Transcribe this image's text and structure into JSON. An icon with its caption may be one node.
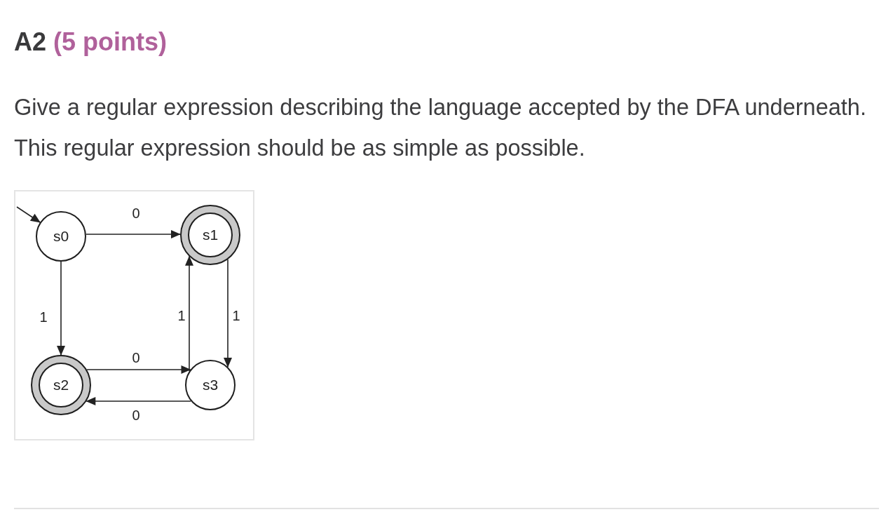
{
  "diagram": {
    "title": "A2",
    "nodes": [
      {
        "text": [
          "s0"
        ]
      },
      {
        "text": [
          "s1"
        ]
      },
      {
        "text": [
          "s2"
        ]
      },
      {
        "text": [
          "s3"
        ]
      }
    ],
    "edges": [
      {
        "from": null,
        "to": 0,
        "arrow": "to"
      },
      {
        "from": 0,
        "to": 1,
        "arrow": "to",
        "label": "0"
      },
      {
        "from": 0,
        "to": 2,
        "arrow": "to",
        "label": "1"
      },
      {
        "from": 1,
        "to": 3,
        "arrow": "to",
        "label": "1"
      },
      {
        "from": 3,
        "to": 1,
        "arrow": "to",
        "label": "1"
      },
      {
        "from": 2,
        "to": 3,
        "arrow": "to",
        "label": "0"
      },
      {
        "from": 3,
        "to": 2,
        "arrow": "to",
        "label": "0"
      }
    ],
    "labels": [
      "(5 points)",
      "Give a regular expression describing the language accepted by the DFA underneath.",
      "This regular expression should be as simple as possible."
    ]
  }
}
